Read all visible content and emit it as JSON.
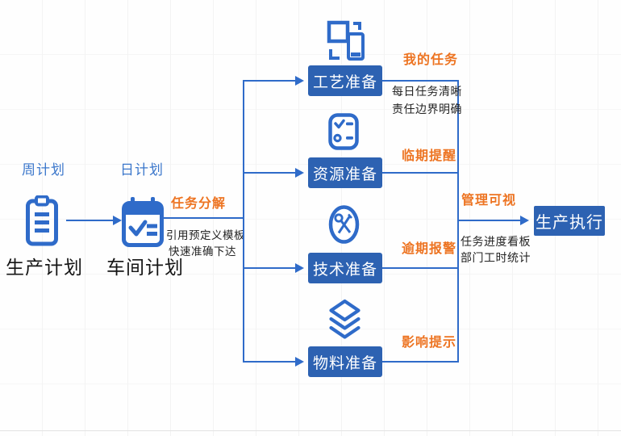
{
  "colors": {
    "box_blue": "#2d62b2",
    "line_blue": "#2f6bc9",
    "accent_orange": "#ed7422",
    "label_blue": "#3b77cb"
  },
  "stage_plan": {
    "week_label": "周计划",
    "production_title": "生产计划",
    "production_icon": "clipboard-icon",
    "day_label": "日计划",
    "workshop_title": "车间计划",
    "workshop_icon": "calendar-check-icon"
  },
  "decompose": {
    "title": "任务分解",
    "line1": "引用预定义模板",
    "line2": "快速准确下达"
  },
  "preparations": [
    {
      "label": "工艺准备",
      "icon": "devices-icon"
    },
    {
      "label": "资源准备",
      "icon": "checklist-icon"
    },
    {
      "label": "技术准备",
      "icon": "tools-icon"
    },
    {
      "label": "物料准备",
      "icon": "layers-icon"
    }
  ],
  "task_features": {
    "my_tasks": "我的任务",
    "my_tasks_desc1": "每日任务清晰",
    "my_tasks_desc2": "责任边界明确",
    "near_due": "临期提醒",
    "overdue": "逾期报警",
    "impact": "影响提示"
  },
  "manage": {
    "title": "管理可视",
    "desc1": "任务进度看板",
    "desc2": "部门工时统计"
  },
  "execution": {
    "title": "生产执行"
  }
}
